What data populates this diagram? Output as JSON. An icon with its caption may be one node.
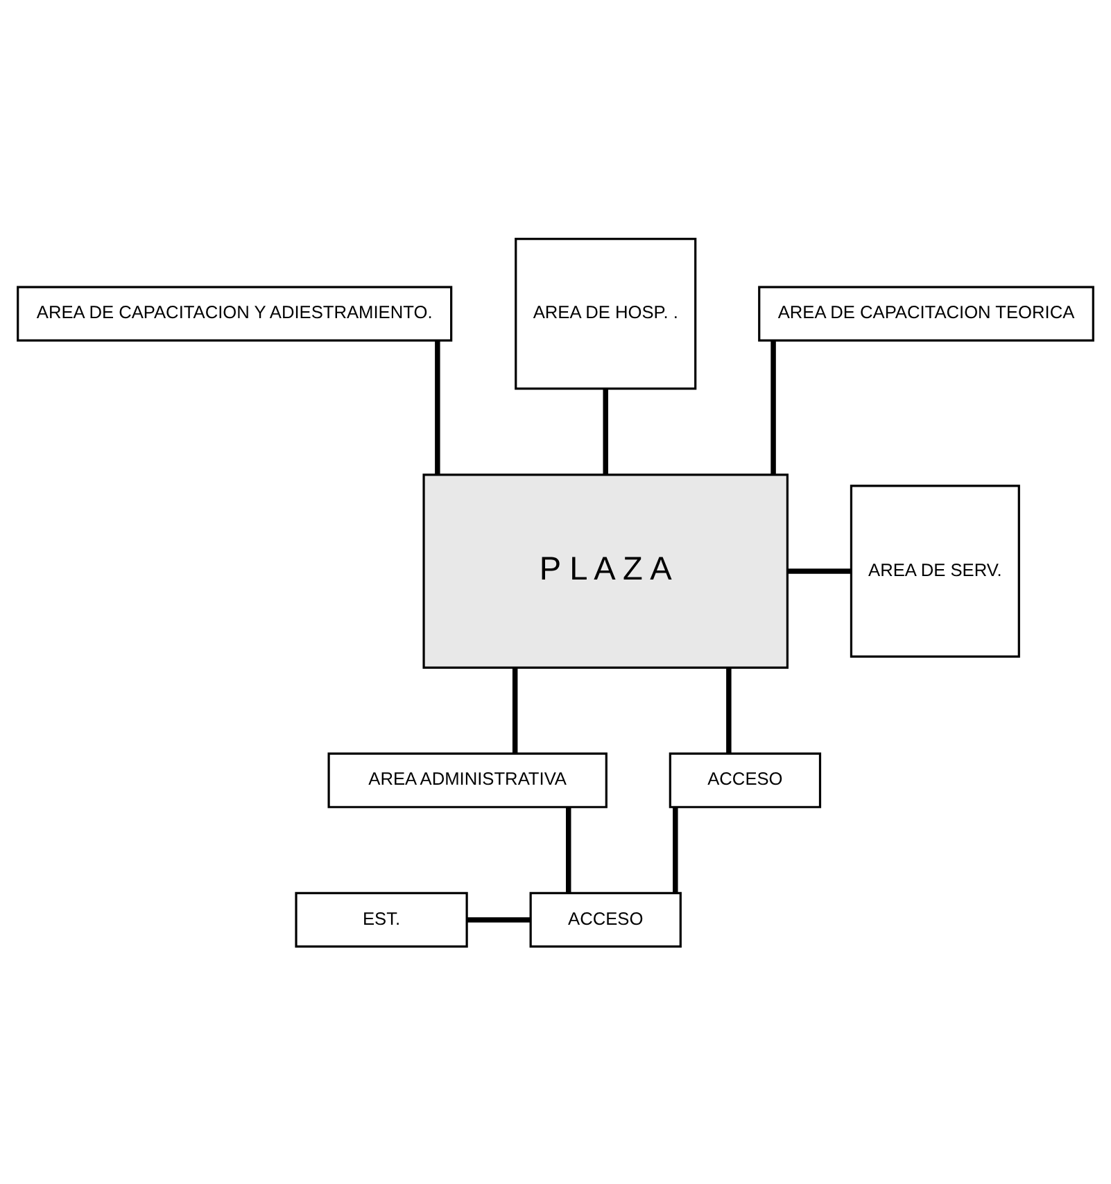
{
  "diagram": {
    "nodes": [
      {
        "text": [
          "AREA DE CAPACITACION Y ADIESTRAMIENTO."
        ]
      },
      {
        "text": [
          "AREA DE HOSP. ."
        ]
      },
      {
        "text": [
          "AREA DE CAPACITACION TEORICA"
        ]
      },
      {
        "text": [
          "P L A Z A"
        ]
      },
      {
        "text": [
          "AREA DE SERV."
        ]
      },
      {
        "text": [
          "AREA ADMINISTRATIVA"
        ]
      },
      {
        "text": [
          "ACCESO"
        ]
      },
      {
        "text": [
          "EST."
        ]
      },
      {
        "text": [
          "ACCESO"
        ]
      }
    ],
    "edges": [
      {
        "from": 2,
        "to": 3,
        "arrow": "none"
      },
      {
        "from": 0,
        "to": 3,
        "arrow": "none"
      },
      {
        "from": 1,
        "to": 3,
        "arrow": "none"
      },
      {
        "from": 3,
        "to": 4,
        "arrow": "none"
      },
      {
        "from": 3,
        "to": 5,
        "arrow": "none"
      },
      {
        "from": 3,
        "to": 6,
        "arrow": "none"
      },
      {
        "from": 5,
        "to": 8,
        "arrow": "none"
      },
      {
        "from": 6,
        "to": 8,
        "arrow": "none"
      },
      {
        "from": 7,
        "to": 8,
        "arrow": "none"
      }
    ]
  }
}
